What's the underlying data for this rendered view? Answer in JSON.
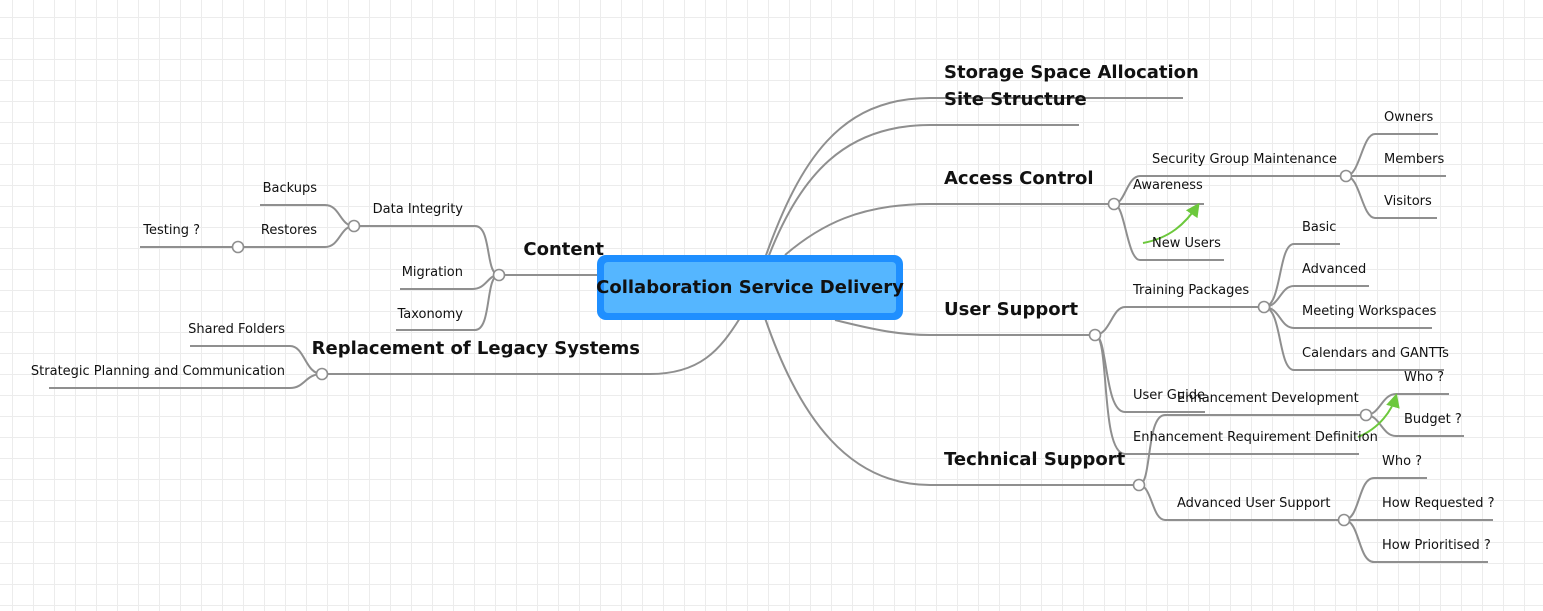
{
  "central": "Collaboration Service Delivery",
  "main": {
    "storage": "Storage Space Allocation",
    "site": "Site Structure",
    "access": "Access Control",
    "user_support": "User Support",
    "technical": "Technical Support",
    "content": "Content",
    "legacy": "Replacement of Legacy Systems"
  },
  "access_control": {
    "security_group": "Security Group Maintenance",
    "owners": "Owners",
    "members": "Members",
    "visitors": "Visitors",
    "awareness": "Awareness",
    "new_users": "New Users"
  },
  "user_support": {
    "training": "Training Packages",
    "basic": "Basic",
    "advanced": "Advanced",
    "meeting": "Meeting Workspaces",
    "calendars": "Calendars and GANTTs",
    "user_guide": "User Guide",
    "enh_req": "Enhancement Requirement Definition"
  },
  "technical_support": {
    "enh_dev": "Enhancement Development",
    "who": "Who ?",
    "budget": "Budget ?",
    "advanced_support": "Advanced User Support",
    "who2": "Who ?",
    "how_requested": "How Requested ?",
    "how_prioritised": "How Prioritised ?"
  },
  "content": {
    "data_integrity": "Data Integrity",
    "backups": "Backups",
    "restores": "Restores",
    "testing": "Testing ?",
    "migration": "Migration",
    "taxonomy": "Taxonomy"
  },
  "legacy": {
    "shared_folders": "Shared Folders",
    "strategic": "Strategic Planning and Communication"
  }
}
